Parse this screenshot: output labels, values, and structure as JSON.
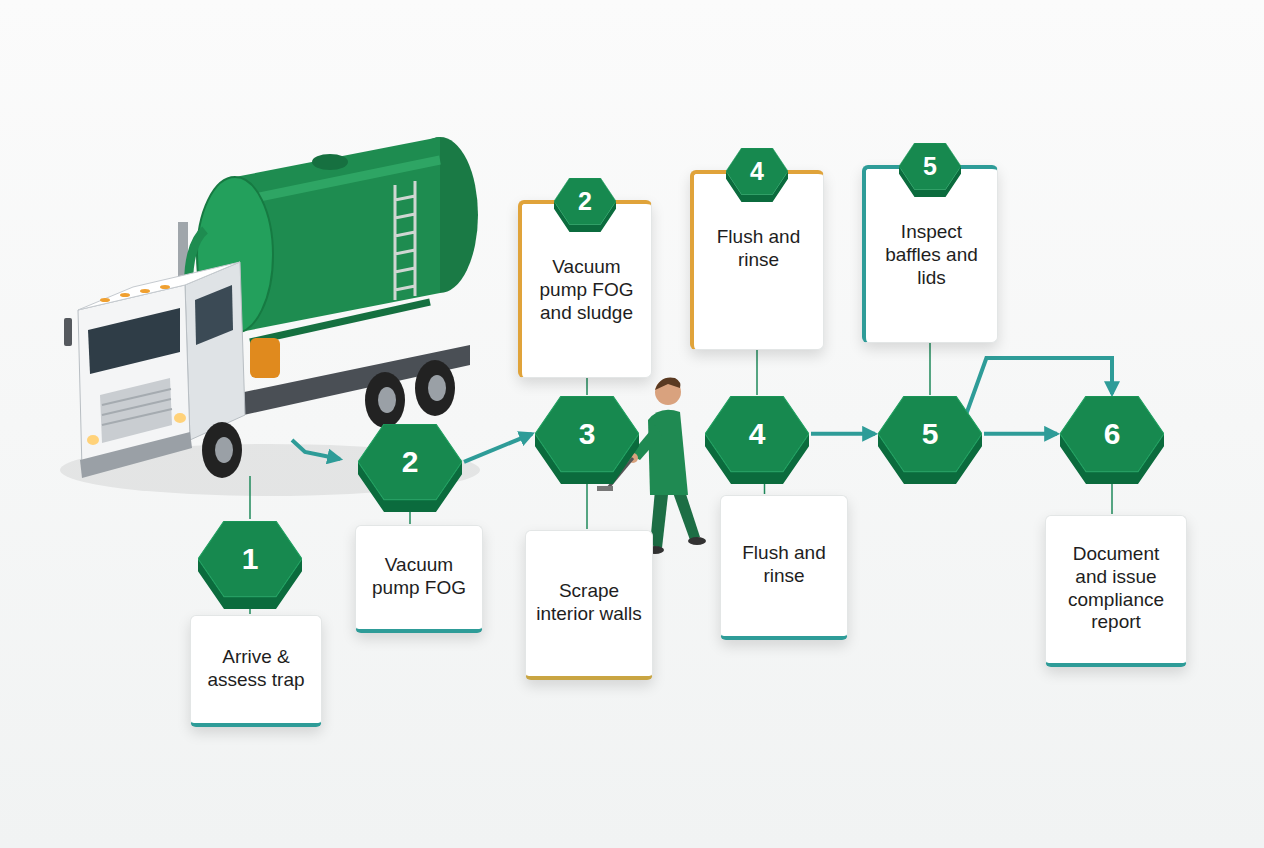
{
  "diagram": {
    "nodes": [
      {
        "text": [
          "Vacuum pump FOG and sludge"
        ]
      },
      {
        "text": [
          "2"
        ],
        "in": 0
      },
      {
        "text": [
          "Flush and rinse"
        ]
      },
      {
        "text": [
          "4"
        ],
        "in": 2
      },
      {
        "text": [
          "Inspect baffles and lids"
        ]
      },
      {
        "text": [
          "5"
        ],
        "in": 4
      },
      {
        "text": [
          "1"
        ]
      },
      {
        "text": [
          "Arrive & assess trap"
        ]
      },
      {
        "text": [
          "2"
        ]
      },
      {
        "text": [
          "Vacuum pump FOG"
        ]
      },
      {
        "text": [
          "3"
        ]
      },
      {
        "text": [
          "Scrape interior walls"
        ]
      },
      {
        "text": [
          "4"
        ]
      },
      {
        "text": [
          "Flush and rinse"
        ]
      },
      {
        "text": [
          "5"
        ]
      },
      {
        "text": [
          "6"
        ]
      },
      {
        "text": [
          "Document and issue compliance report"
        ]
      }
    ],
    "edges": [
      {
        "from": 6,
        "to": 7,
        "arrow": "none"
      },
      {
        "from": 8,
        "to": 9,
        "arrow": "none"
      },
      {
        "from": 8,
        "to": 10,
        "arrow": "to"
      },
      {
        "from": 0,
        "to": 10,
        "arrow": "none"
      },
      {
        "from": 10,
        "to": 11,
        "arrow": "none"
      },
      {
        "from": 2,
        "to": 12,
        "arrow": "none"
      },
      {
        "from": 12,
        "to": 13,
        "arrow": "none"
      },
      {
        "from": 12,
        "to": 14,
        "arrow": "to"
      },
      {
        "from": 4,
        "to": 14,
        "arrow": "none"
      },
      {
        "from": 14,
        "to": 15,
        "arrow": "to"
      },
      {
        "from": 14,
        "to": 15,
        "arrow": "to"
      },
      {
        "from": 15,
        "to": 16,
        "arrow": "none"
      }
    ]
  }
}
